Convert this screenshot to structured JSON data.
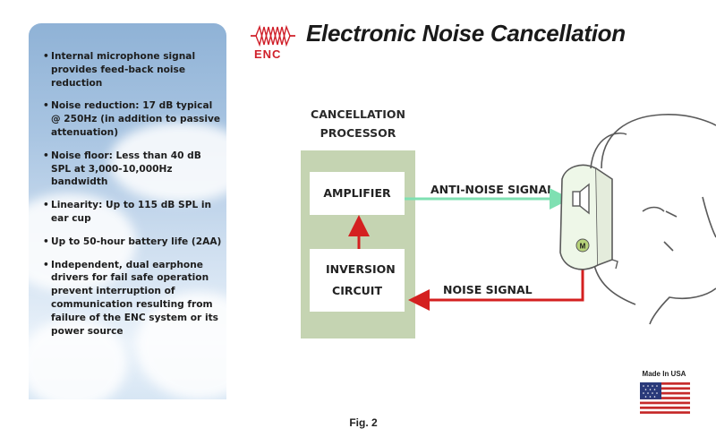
{
  "header": {
    "title": "Electronic Noise Cancellation",
    "logo_text": "ENC"
  },
  "features": [
    "Internal microphone signal provides feed-back noise reduction",
    "Noise reduction: 17 dB typical @ 250Hz (in addition to passive attenuation)",
    "Noise floor: Less than 40 dB SPL at 3,000-10,000Hz bandwidth",
    "Linearity: Up to 115 dB SPL in ear cup",
    "Up to 50-hour battery life (2AA)",
    "Independent, dual earphone drivers for fail safe operation prevent interruption of communication resulting from failure of the ENC system or its power source"
  ],
  "bullet_char": "•",
  "diagram": {
    "processor_title": "CANCELLATION PROCESSOR",
    "amplifier_label": "AMPLIFIER",
    "inversion_label": "INVERSION CIRCUIT",
    "anti_noise_label": "ANTI-NOISE SIGNAL",
    "noise_label": "NOISE SIGNAL",
    "mic_letter": "M"
  },
  "badge": {
    "made_in": "Made In USA"
  },
  "caption": "Fig. 2",
  "colors": {
    "processor_fill": "#c5d4b2",
    "anti_noise_arrow": "#7fe0b2",
    "noise_arrow": "#d42020",
    "logo_red": "#d0202a"
  },
  "icons": [
    "enc-waveform-logo-icon",
    "speaker-icon",
    "microphone-icon",
    "usa-flag-icon"
  ]
}
